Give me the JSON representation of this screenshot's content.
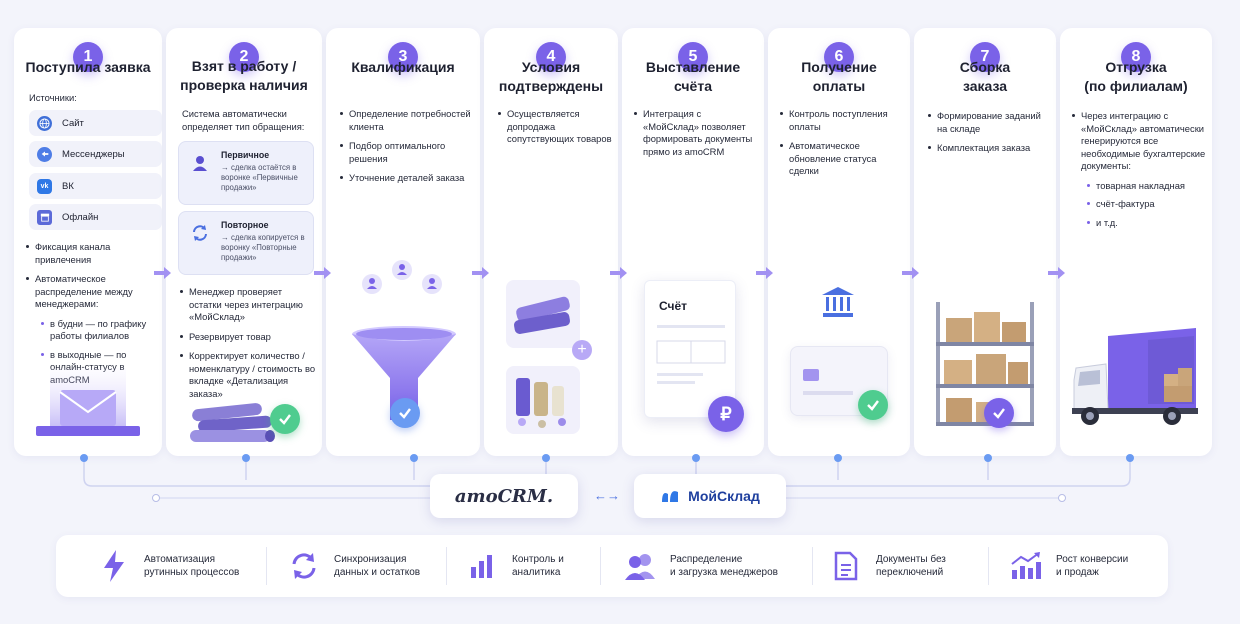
{
  "colors": {
    "accent": "#7a62e8",
    "check_green": "#4fcc8f",
    "check_blue": "#6a9bf2",
    "background": "#f3f4fb"
  },
  "steps": [
    {
      "num": "1",
      "title": "Поступила заявка"
    },
    {
      "num": "2",
      "title": "Взят в работу /\nпроверка наличия"
    },
    {
      "num": "3",
      "title": "Квалификация"
    },
    {
      "num": "4",
      "title": "Условия\nподтверждены"
    },
    {
      "num": "5",
      "title": "Выставление\nсчёта"
    },
    {
      "num": "6",
      "title": "Получение\nоплаты"
    },
    {
      "num": "7",
      "title": "Сборка\nзаказа"
    },
    {
      "num": "8",
      "title": "Отгрузка\n(по филиалам)"
    }
  ],
  "step1": {
    "sources_label": "Источники:",
    "sources": [
      {
        "label": "Сайт",
        "icon": "globe-icon"
      },
      {
        "label": "Мессенджеры",
        "icon": "messenger-icon"
      },
      {
        "label": "ВК",
        "icon": "vk-icon"
      },
      {
        "label": "Офлайн",
        "icon": "store-icon"
      }
    ],
    "b1": "Фиксация канала привлечения",
    "b2": "Автоматическое распределение между менеджерами:",
    "s1": "в будни — по графику работы филиалов",
    "s2": "в выходные — по онлайн-статусу в amoCRM"
  },
  "step2": {
    "intro": "Система автоматически определяет тип обращения:",
    "primary_title": "Первичное",
    "primary_text": "→ сделка остаётся в воронке «Первичные продажи»",
    "repeat_title": "Повторное",
    "repeat_text": "→ сделка копируется в воронку «Повторные продажи»",
    "b1": "Менеджер проверяет остатки через интеграцию «МойСклад»",
    "b2": "Резервирует товар",
    "b3": "Корректирует количество / номенклатуру / стоимость во вкладке «Детализация заказа»"
  },
  "step3": {
    "b1": "Определение потребностей клиента",
    "b2": "Подбор оптимального решения",
    "b3": "Уточнение деталей заказа"
  },
  "step4": {
    "b1": "Осуществляется допродажа сопутствующих товаров"
  },
  "step5": {
    "b1": "Интеграция с «МойСклад» позволяет формировать документы прямо из amoCRM",
    "invoice_label": "Счёт",
    "currency": "₽"
  },
  "step6": {
    "b1": "Контроль поступления оплаты",
    "b2": "Автоматическое обновление статуса сделки"
  },
  "step7": {
    "b1": "Формирование заданий на складе",
    "b2": "Комплектация заказа"
  },
  "step8": {
    "b1": "Через интеграцию с «МойСклад» автоматически генерируются все необходимые бухгалтерские документы:",
    "s1": "товарная накладная",
    "s2": "счёт-фактура",
    "s3": "и т.д."
  },
  "integration": {
    "amocrm": "amoCRM.",
    "moysklad": "МойСклад",
    "sync_symbol": "←→"
  },
  "benefits": [
    {
      "label": "Автоматизация\nрутинных процессов",
      "icon": "lightning-icon"
    },
    {
      "label": "Синхронизация\nданных и остатков",
      "icon": "sync-icon"
    },
    {
      "label": "Контроль и\nаналитика",
      "icon": "bar-chart-icon"
    },
    {
      "label": "Распределение\nи загрузка менеджеров",
      "icon": "users-icon"
    },
    {
      "label": "Документы без\nпереключений",
      "icon": "document-icon"
    },
    {
      "label": "Рост конверсии\nи продаж",
      "icon": "growth-chart-icon"
    }
  ]
}
